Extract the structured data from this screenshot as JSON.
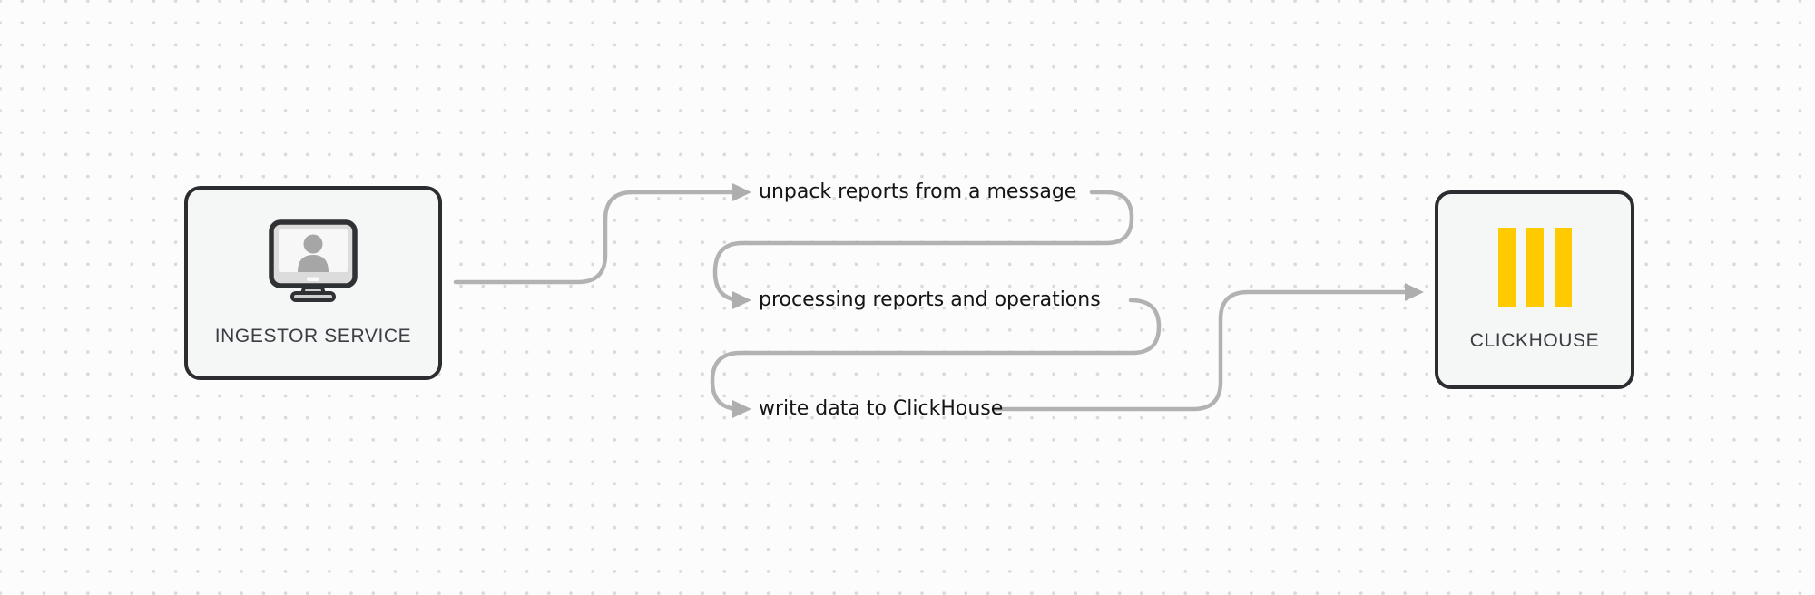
{
  "diagram": {
    "nodes": [
      {
        "id": "ingestor-service",
        "label": "INGESTOR SERVICE",
        "icon": "monitor-user-icon"
      },
      {
        "id": "clickhouse",
        "label": "CLICKHOUSE",
        "icon": "clickhouse-logo-icon"
      }
    ],
    "flow_steps": [
      {
        "label": "unpack reports from a message"
      },
      {
        "label": "processing reports and operations"
      },
      {
        "label": "write data to ClickHouse"
      }
    ],
    "colors": {
      "background": "#fcfcfc",
      "grid_dot": "#dadada",
      "node_fill": "#f5f6f6",
      "node_border": "#2b2d30",
      "connector": "#b2b2b2",
      "step_text": "#151515",
      "node_label": "#3b3e42",
      "clickhouse_yellow": "#ffcb00"
    }
  }
}
